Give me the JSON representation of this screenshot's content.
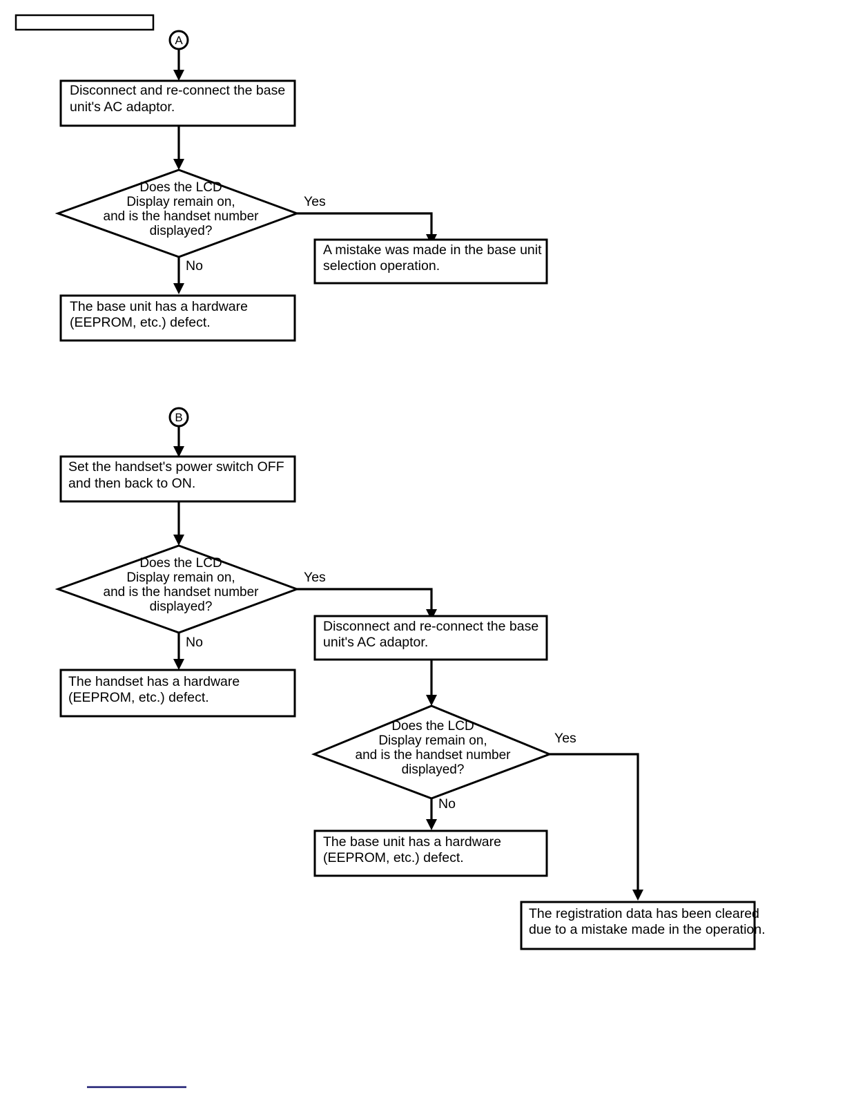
{
  "page": {
    "background_color": "#ffffff",
    "line_color": "#000000",
    "footer_rule_color": "#191970"
  },
  "header_placeholder": {
    "label": ""
  },
  "connectors": [
    {
      "id": "connector-a",
      "letter": "A"
    },
    {
      "id": "connector-b",
      "letter": "B"
    }
  ],
  "branch_labels": {
    "yes": "Yes",
    "no": "No"
  },
  "nodes": {
    "a_process_1": {
      "type": "process",
      "lines": [
        "Disconnect and re-connect the base",
        "unit's AC adaptor."
      ]
    },
    "a_decision_1": {
      "type": "decision",
      "lines": [
        "Does the LCD",
        "Display remain on,",
        "and is the handset number",
        "displayed?"
      ]
    },
    "a_result_yes": {
      "type": "terminal",
      "lines": [
        "A mistake was made in the base unit",
        "selection operation."
      ]
    },
    "a_result_no": {
      "type": "terminal",
      "lines": [
        "The base unit has a hardware",
        "(EEPROM, etc.) defect."
      ]
    },
    "b_process_1": {
      "type": "process",
      "lines": [
        "Set the handset's power switch OFF",
        "and then back to ON."
      ]
    },
    "b_decision_1": {
      "type": "decision",
      "lines": [
        "Does the LCD",
        "Display remain on,",
        "and is the handset number",
        "displayed?"
      ]
    },
    "b_result_no": {
      "type": "terminal",
      "lines": [
        "The handset has a hardware",
        "(EEPROM, etc.) defect."
      ]
    },
    "b_process_2": {
      "type": "process",
      "lines": [
        "Disconnect and re-connect the base",
        "unit's AC adaptor."
      ]
    },
    "b_decision_2": {
      "type": "decision",
      "lines": [
        "Does the LCD",
        "Display remain on,",
        "and is the handset number",
        "displayed?"
      ]
    },
    "b_decision_2_result_no": {
      "type": "terminal",
      "lines": [
        "The base unit has a hardware",
        "(EEPROM, etc.) defect."
      ]
    },
    "b_decision_2_result_yes": {
      "type": "terminal",
      "lines": [
        "The registration data has been cleared",
        "due to a mistake made in the operation."
      ]
    }
  }
}
